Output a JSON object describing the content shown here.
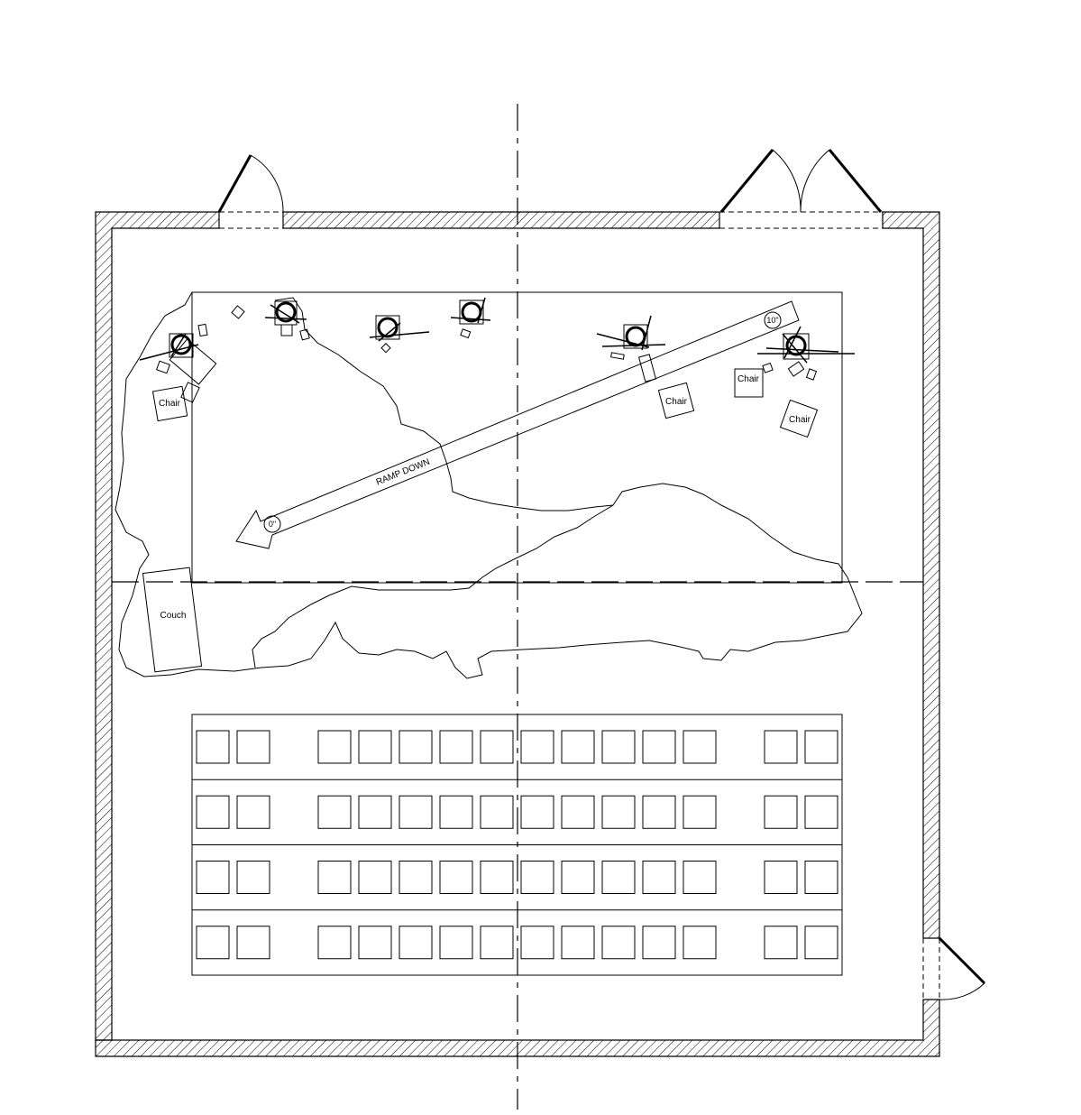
{
  "labels": {
    "ramp": "RAMP DOWN",
    "ramp_start": "10\"",
    "ramp_end": "0\"",
    "couch": "Couch",
    "chair_1": "Chair",
    "chair_2": "Chair",
    "chair_3": "Chair",
    "chair_4": "Chair"
  },
  "seating": {
    "rows": 4,
    "seats_per_row": 14
  },
  "colors": {
    "line": "#000000",
    "background": "#ffffff"
  }
}
